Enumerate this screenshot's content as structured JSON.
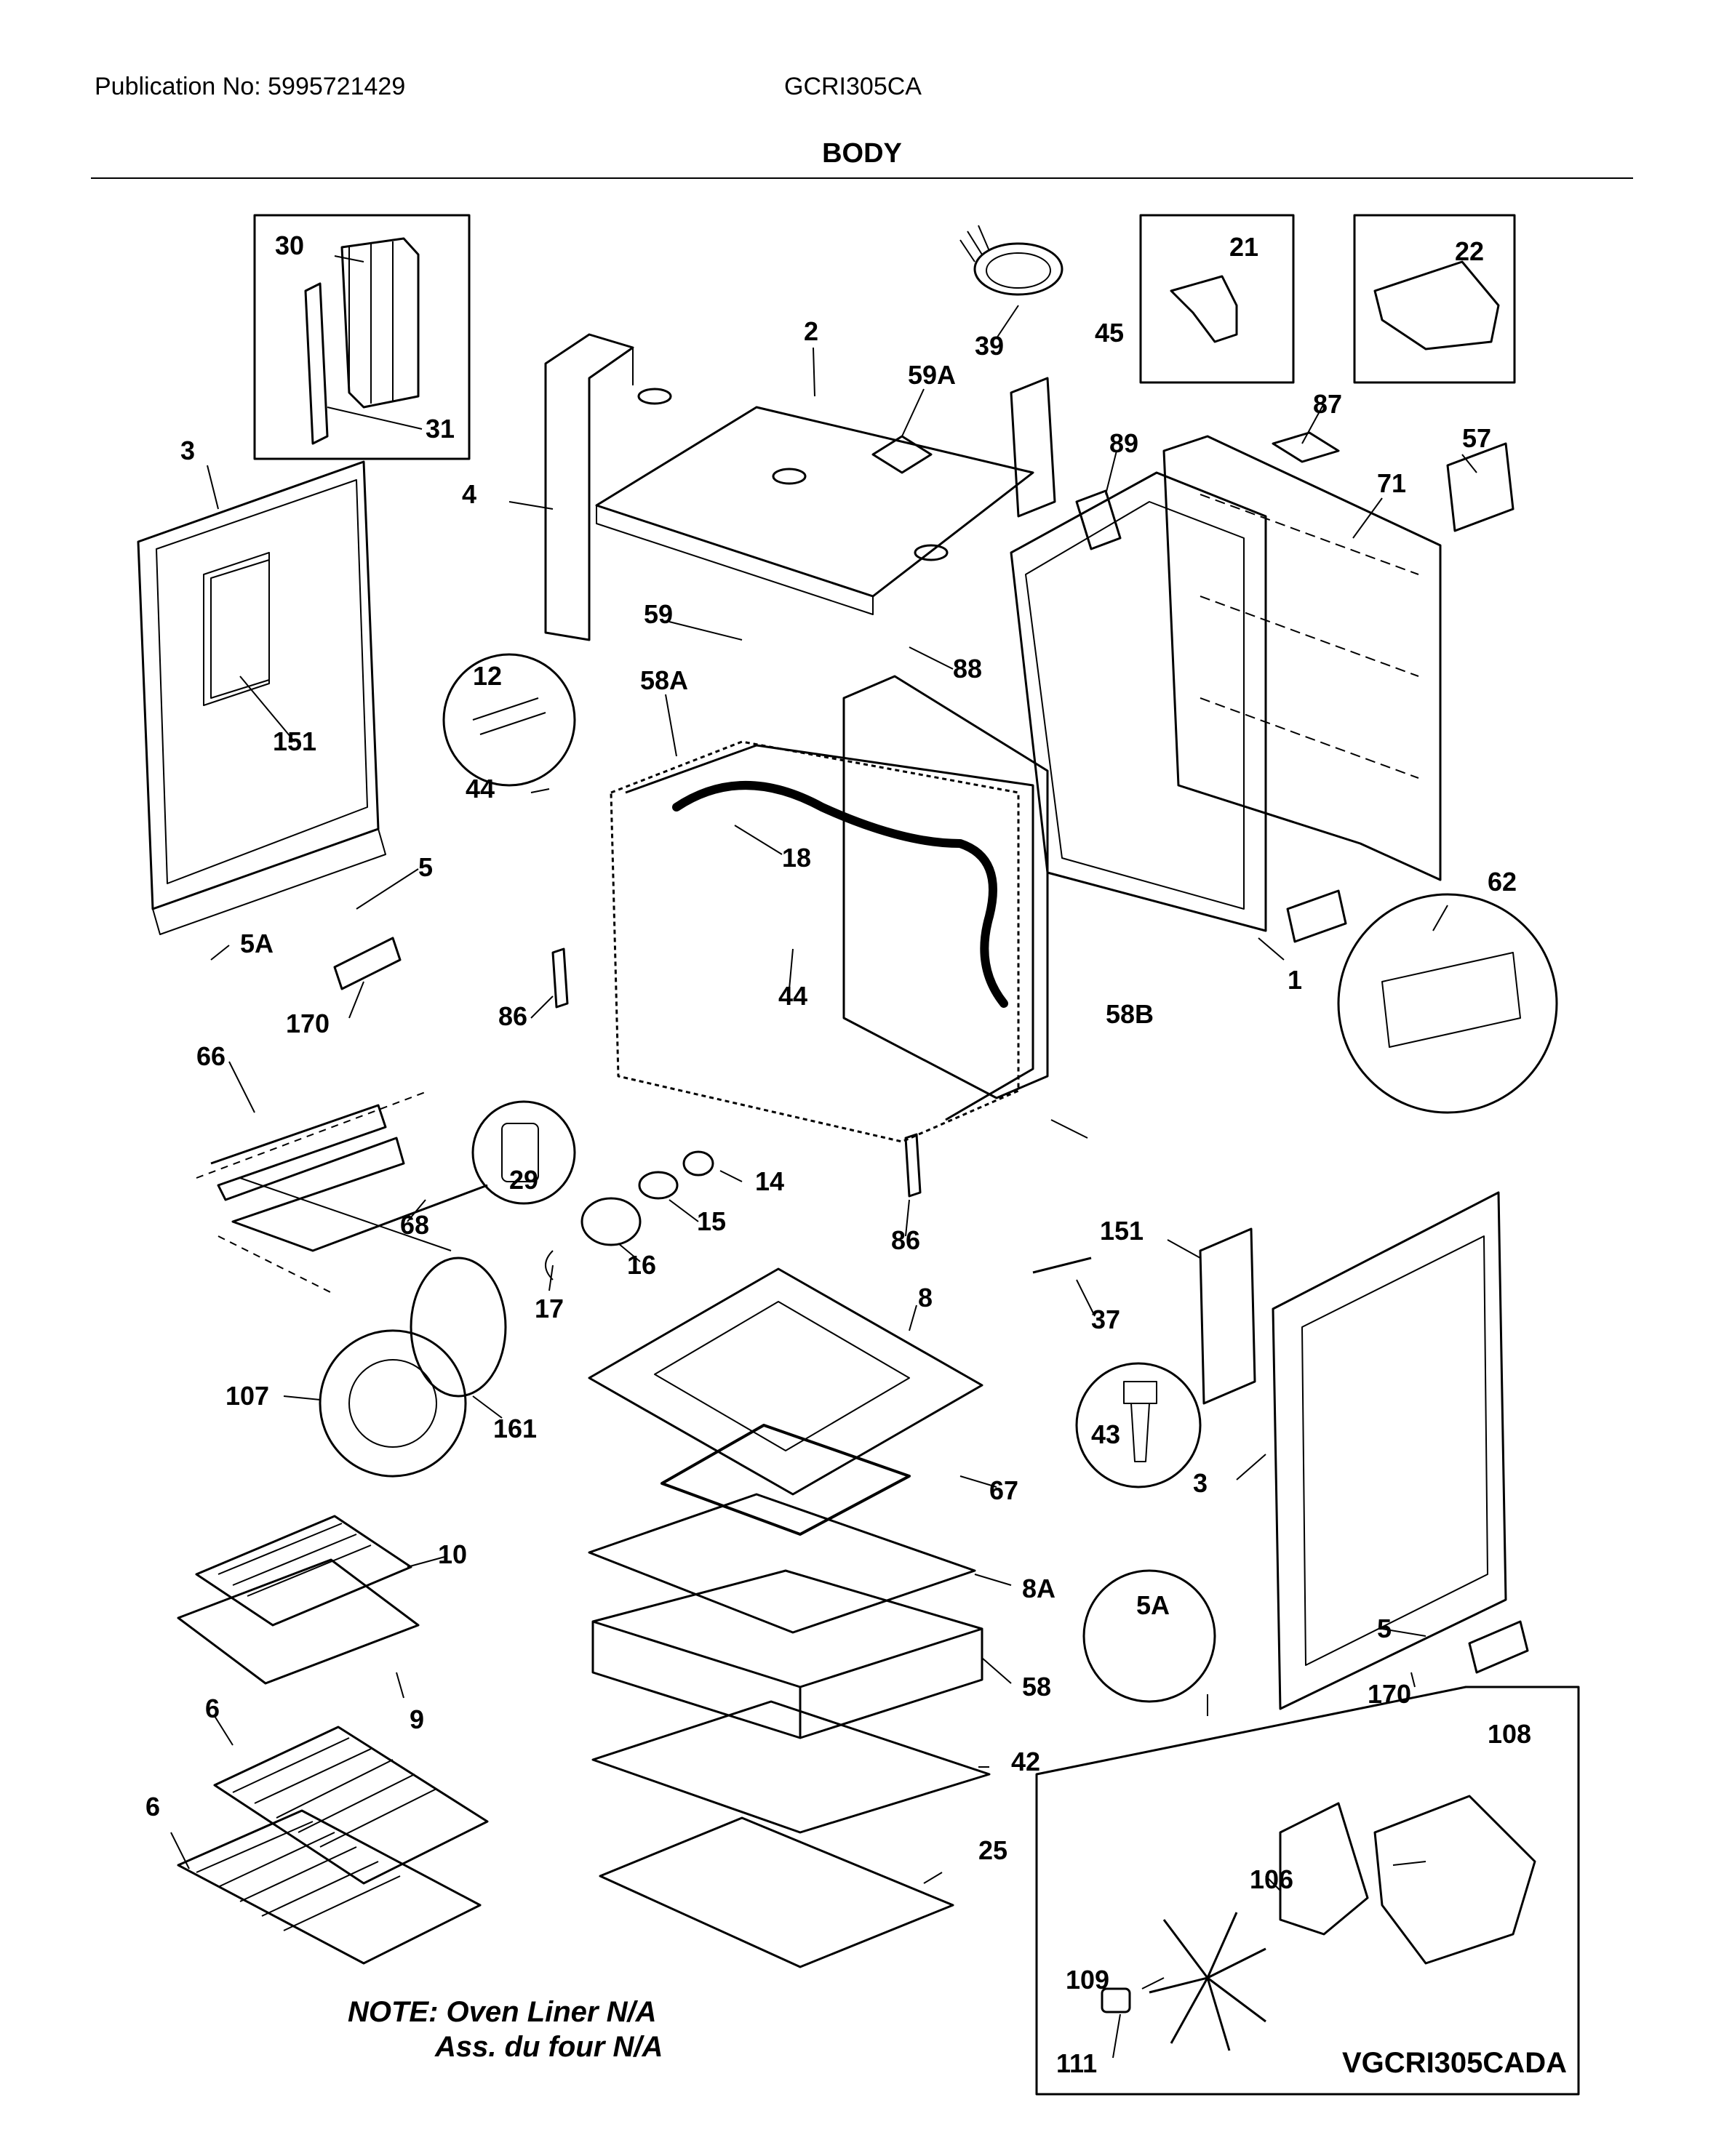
{
  "header": {
    "publication": "Publication No: 5995721429",
    "model": "GCRI305CA",
    "section": "BODY"
  },
  "note": {
    "line1": "NOTE: Oven Liner N/A",
    "line2": "Ass. du four N/A"
  },
  "drawing_number": "VGCRI305CADA",
  "callouts": [
    "30",
    "31",
    "3",
    "4",
    "2",
    "59A",
    "39",
    "45",
    "21",
    "22",
    "87",
    "89",
    "57",
    "71",
    "151",
    "59",
    "88",
    "12",
    "58A",
    "44",
    "18",
    "44",
    "5",
    "5A",
    "170",
    "86",
    "58B",
    "1",
    "62",
    "66",
    "29",
    "14",
    "15",
    "68",
    "17",
    "16",
    "86",
    "151",
    "37",
    "8",
    "43",
    "107",
    "161",
    "67",
    "3",
    "10",
    "8A",
    "9",
    "58",
    "5",
    "170",
    "6",
    "42",
    "108",
    "25",
    "106",
    "6",
    "109",
    "111",
    "5A"
  ]
}
